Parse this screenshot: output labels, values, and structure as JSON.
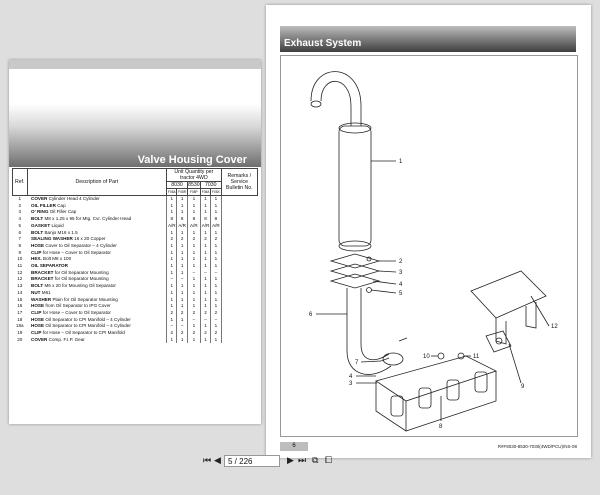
{
  "left_page": {
    "title": "Valve Housing Cover",
    "columns": {
      "ref": "Ref.",
      "desc": "Description of Part",
      "qty": "Unit Quantity per tractor 4WD",
      "models": [
        "8030",
        "8530",
        "7030"
      ],
      "submodels": [
        "F08A",
        "F08R",
        "F08P",
        "F08A",
        "F08X"
      ],
      "remarks": "Remarks / Service Bulletin No."
    },
    "rows": [
      {
        "ref": "1",
        "name": "COVER",
        "detail": "Cylinder Head 4 Cylinder",
        "q": [
          "1",
          "1",
          "1",
          "1",
          "1"
        ]
      },
      {
        "ref": "2",
        "name": "OIL FILLER",
        "detail": "Cap",
        "q": [
          "1",
          "1",
          "1",
          "1",
          "1"
        ]
      },
      {
        "ref": "3",
        "name": "O' RING",
        "detail": "Oil Filler Cap",
        "q": [
          "1",
          "1",
          "1",
          "1",
          "1"
        ]
      },
      {
        "ref": "4",
        "name": "BOLT",
        "detail": "M8 x 1.25 x 95 for Mtg. Cvr. Cylinder Head",
        "q": [
          "8",
          "8",
          "8",
          "8",
          "8"
        ]
      },
      {
        "ref": "5",
        "name": "GASKET",
        "detail": "Liquid",
        "q": [
          "A/R",
          "A/R",
          "A/R",
          "A/R",
          "A/R"
        ]
      },
      {
        "ref": "6",
        "name": "BOLT",
        "detail": "Banjo M16 x 1.5",
        "q": [
          "1",
          "1",
          "1",
          "1",
          "1"
        ]
      },
      {
        "ref": "7",
        "name": "SEALING WASHER",
        "detail": "16 x 20 Copper",
        "q": [
          "2",
          "2",
          "2",
          "2",
          "2"
        ]
      },
      {
        "ref": "8",
        "name": "HOSE",
        "detail": "Cover to Oil Separator – 4 Cylinder",
        "q": [
          "1",
          "1",
          "1",
          "1",
          "1"
        ]
      },
      {
        "ref": "9",
        "name": "CLIP",
        "detail": "for Hose – Cover to Oil Separator",
        "q": [
          "1",
          "1",
          "1",
          "1",
          "1"
        ]
      },
      {
        "ref": "10",
        "name": "HEX.",
        "detail": "Bolt M8 x 100",
        "q": [
          "1",
          "1",
          "1",
          "1",
          "1"
        ]
      },
      {
        "ref": "11",
        "name": "OIL SEPARATOR",
        "detail": "",
        "q": [
          "1",
          "1",
          "1",
          "1",
          "1"
        ]
      },
      {
        "ref": "12",
        "name": "BRACKET",
        "detail": "for Oil Separator Mounting",
        "q": [
          "1",
          "1",
          "–",
          "–",
          "–"
        ]
      },
      {
        "ref": "12",
        "name": "BRACKET",
        "detail": "for Oil Separator Mounting",
        "q": [
          "–",
          "–",
          "1",
          "1",
          "1"
        ]
      },
      {
        "ref": "13",
        "name": "BOLT",
        "detail": "M6 x 20 for Mounting Oil Separator",
        "q": [
          "1",
          "1",
          "1",
          "1",
          "1"
        ]
      },
      {
        "ref": "14",
        "name": "NUT",
        "detail": "M61",
        "q": [
          "1",
          "1",
          "1",
          "1",
          "1"
        ]
      },
      {
        "ref": "15",
        "name": "WASHER",
        "detail": "Plain for Oil Separator Mounting",
        "q": [
          "1",
          "1",
          "1",
          "1",
          "1"
        ]
      },
      {
        "ref": "16",
        "name": "HOSE",
        "detail": "from Oil Separator to IPG Cover",
        "q": [
          "1",
          "1",
          "1",
          "1",
          "1"
        ]
      },
      {
        "ref": "17",
        "name": "CLIP",
        "detail": "for Hose – Cover to Oil Separator",
        "q": [
          "2",
          "2",
          "2",
          "2",
          "2"
        ]
      },
      {
        "ref": "18",
        "name": "HOSE",
        "detail": "Oil Separator to CPI Manifold – 4 Cylinder",
        "q": [
          "1",
          "1",
          "–",
          "–",
          "–"
        ]
      },
      {
        "ref": "18a",
        "name": "HOSE",
        "detail": "Oil Separator to CPI Manifold – 4 Cylinder",
        "q": [
          "–",
          "–",
          "1",
          "1",
          "1"
        ]
      },
      {
        "ref": "19",
        "name": "CLIP",
        "detail": "for Hose – Oil Separator to CPI Manifold",
        "q": [
          "2",
          "2",
          "2",
          "2",
          "2"
        ]
      },
      {
        "ref": "20",
        "name": "COVER",
        "detail": "Comp. F.I.P. Gear",
        "q": [
          "1",
          "1",
          "1",
          "1",
          "1"
        ]
      }
    ]
  },
  "right_page": {
    "title": "Exhaust System",
    "callouts": {
      "c1": "1",
      "c2": "2",
      "c3": "3",
      "c4": "4",
      "c5": "5",
      "c6": "6",
      "c7": "7",
      "c8": "8",
      "c9": "9",
      "c10": "10",
      "c11": "11",
      "c12": "12",
      "c4b": "4",
      "c3b": "3"
    },
    "page_number": "6",
    "footer_code": "R#F8030-8530-7030(4WD/PCU)/NS-08"
  },
  "viewer": {
    "page_value": "5 / 226"
  }
}
